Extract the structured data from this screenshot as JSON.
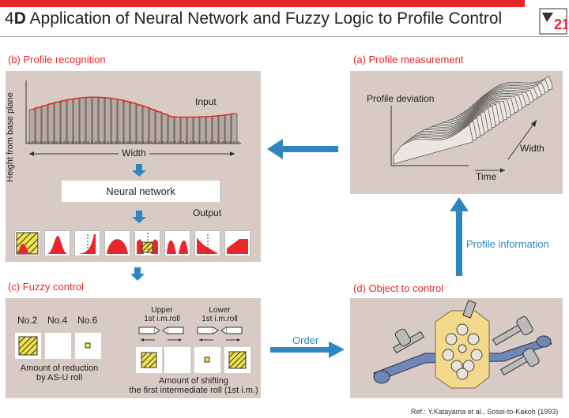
{
  "header": {
    "number": "4",
    "letter": "D",
    "title": "Application of Neural Network and Fuzzy Logic to Profile Control"
  },
  "sections": {
    "b": "(b) Profile recognition",
    "a": "(a) Profile measurement",
    "c": "(c) Fuzzy control",
    "d": "(d) Object to control"
  },
  "recognition": {
    "input_label": "Input",
    "y_axis_label": "Height from base plane",
    "x_axis_label": "Width",
    "network_label": "Neural network",
    "output_label": "Output"
  },
  "measurement": {
    "z_label": "Profile deviation",
    "width_label": "Width",
    "time_label": "Time"
  },
  "flow": {
    "profile_info": "Profile information",
    "order": "Order"
  },
  "fuzzy": {
    "roll_labels": [
      "No.2",
      "No.4",
      "No.6"
    ],
    "reduction_caption": "Amount of reduction\nby AS-U roll",
    "upper_label": "Upper\n1st i.m.roll",
    "lower_label": "Lower\n1st i.m.roll",
    "shifting_caption": "Amount of shifting\nthe first intermediate roll (1st i.m.)"
  },
  "reference": "Ref.: Y.Katayama et al., Sosei-to-Kakoh (1993)",
  "colors": {
    "accent": "#e8262c",
    "panel": "#d8cbc5",
    "arrow": "#2e86c1",
    "tile_yellow": "#f2e24a"
  }
}
